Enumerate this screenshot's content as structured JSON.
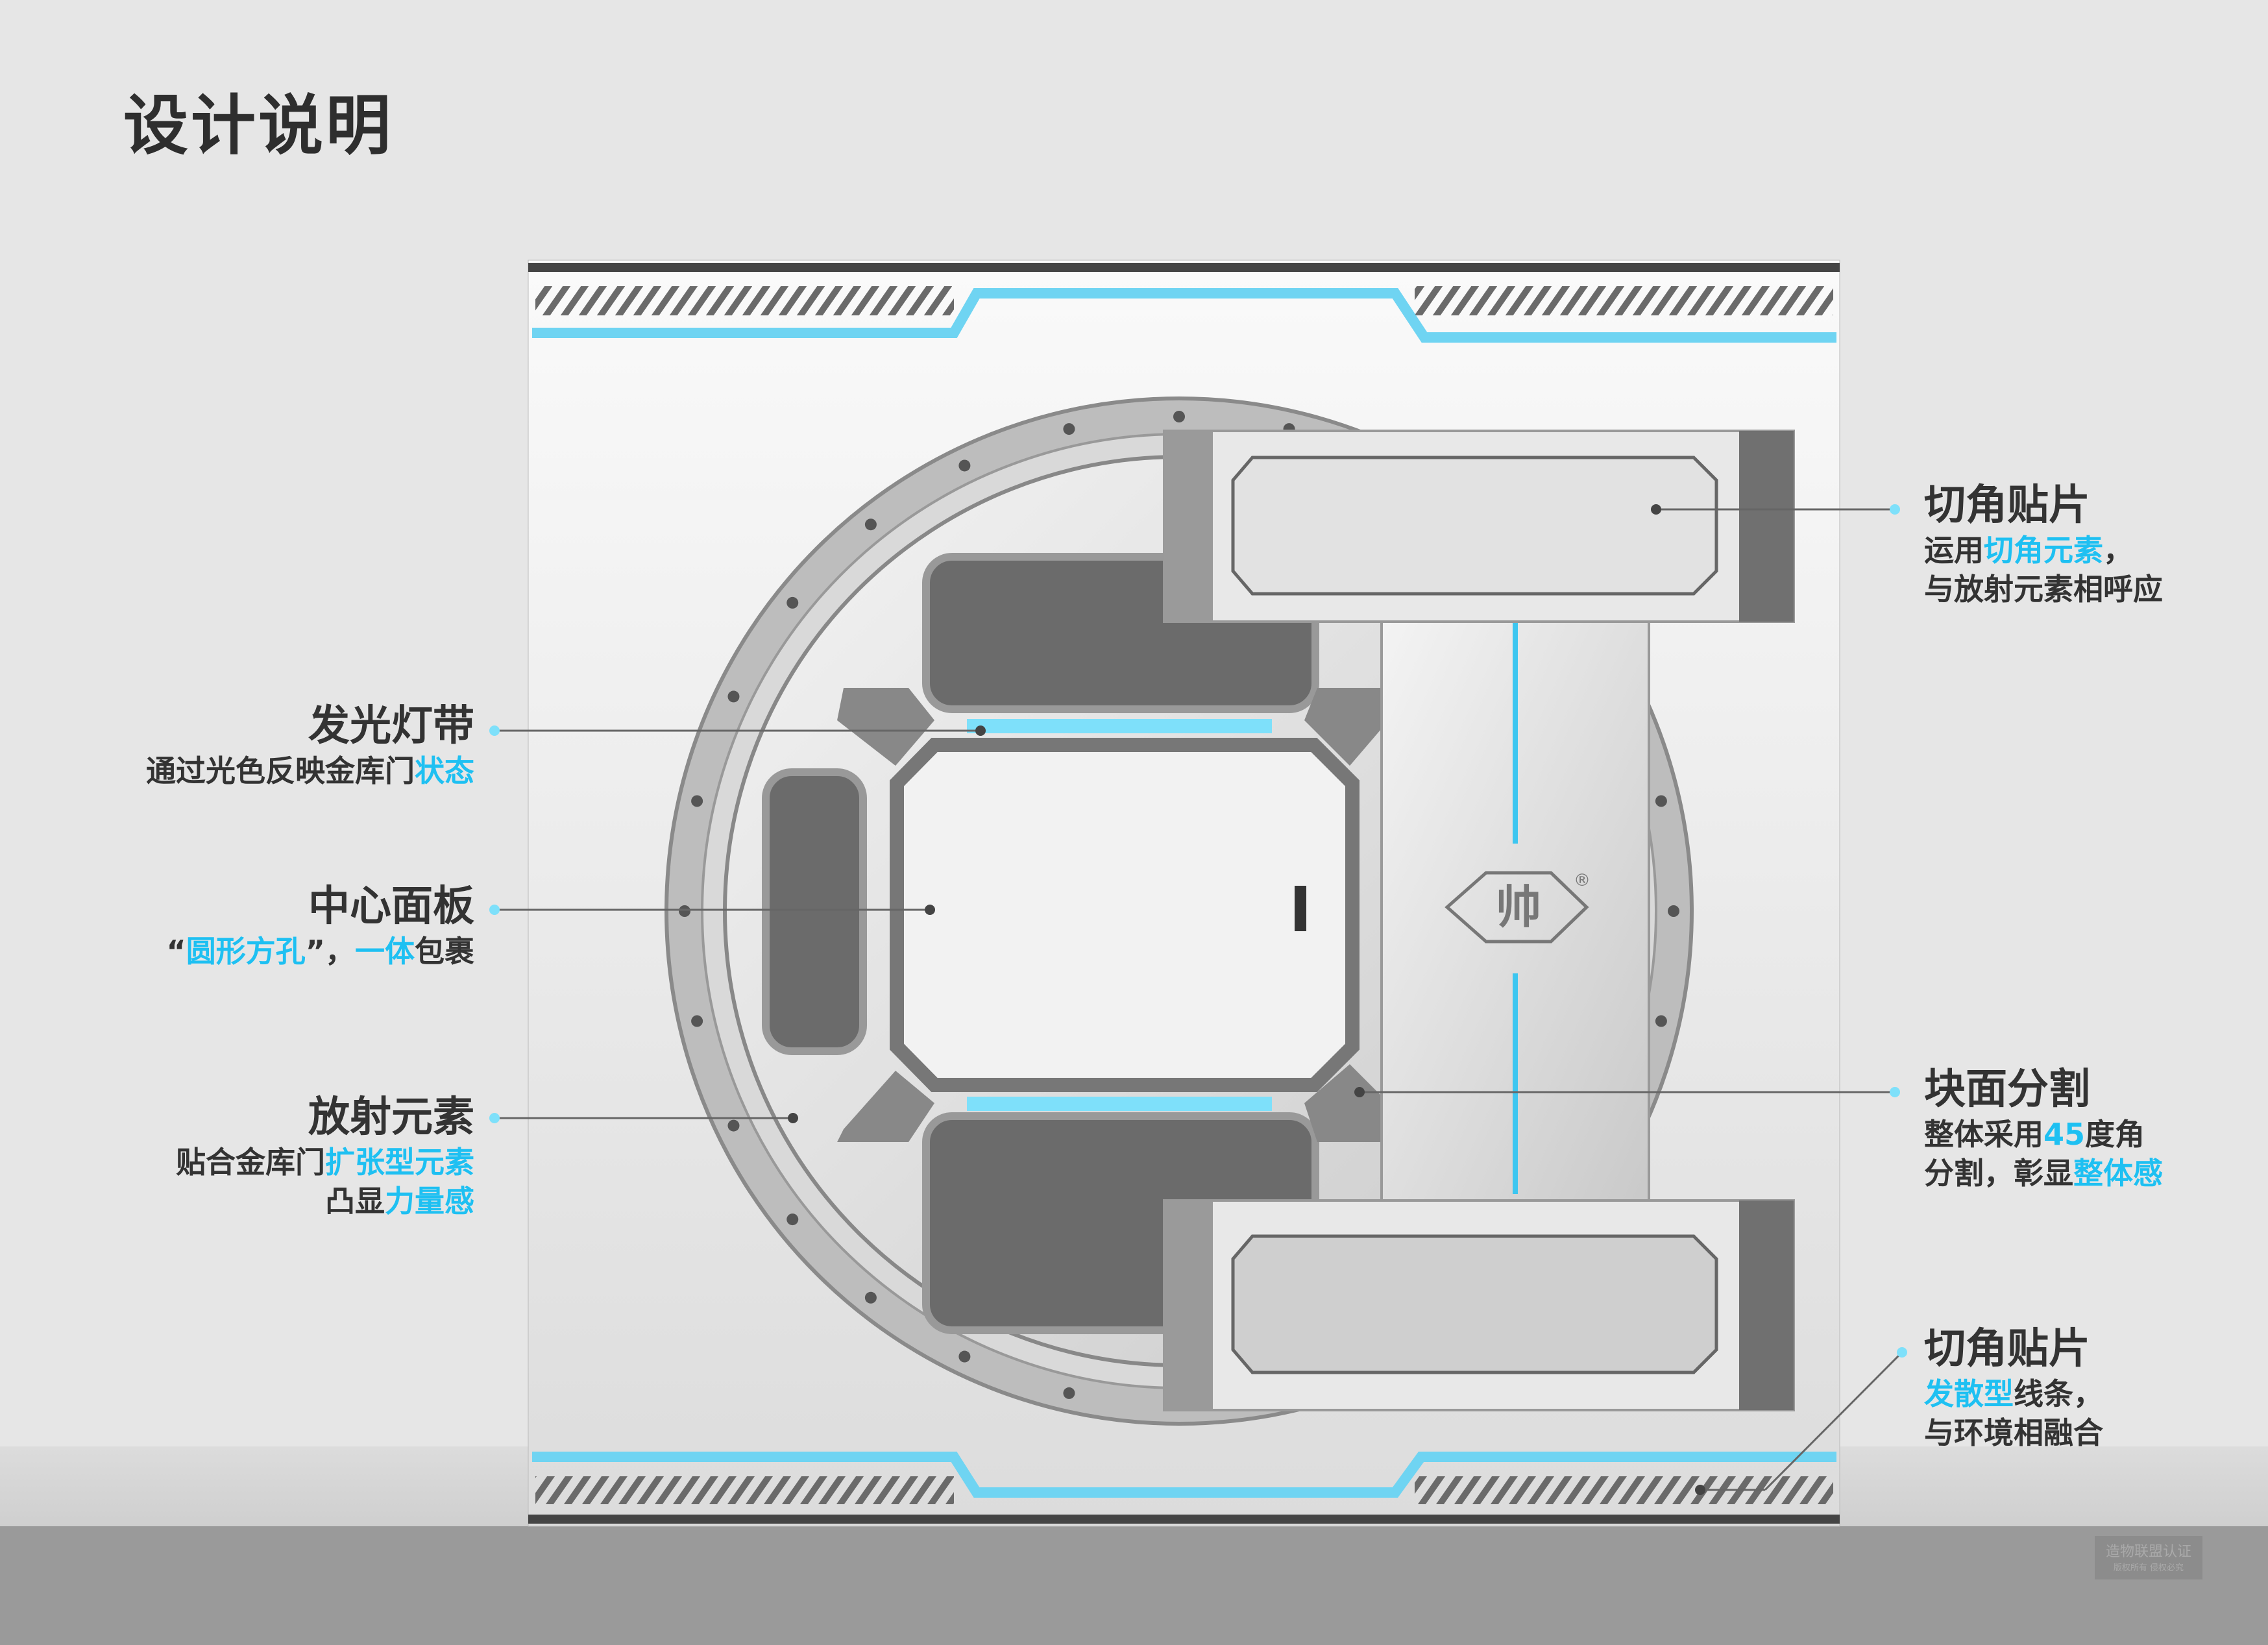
{
  "title": "设计说明",
  "left_labels": [
    {
      "heading": "发光灯带",
      "lines": [
        [
          {
            "t": "通过光色反映金库门",
            "c": 0
          },
          {
            "t": "状态",
            "c": 1
          }
        ]
      ]
    },
    {
      "heading": "中心面板",
      "lines": [
        [
          {
            "t": "“",
            "c": 0
          },
          {
            "t": "圆形方孔",
            "c": 1
          },
          {
            "t": "”，",
            "c": 0
          },
          {
            "t": "一体",
            "c": 1
          },
          {
            "t": "包裹",
            "c": 0
          }
        ]
      ]
    },
    {
      "heading": "放射元素",
      "lines": [
        [
          {
            "t": "贴合金库门",
            "c": 0
          },
          {
            "t": "扩张型元素",
            "c": 1
          }
        ],
        [
          {
            "t": "凸显",
            "c": 0
          },
          {
            "t": "力量感",
            "c": 1
          }
        ]
      ]
    }
  ],
  "right_labels": [
    {
      "heading": "切角贴片",
      "lines": [
        [
          {
            "t": "运用",
            "c": 0
          },
          {
            "t": "切角元素",
            "c": 1
          },
          {
            "t": "，",
            "c": 0
          }
        ],
        [
          {
            "t": "与放射元素相呼应",
            "c": 0
          }
        ]
      ]
    },
    {
      "heading": "块面分割",
      "lines": [
        [
          {
            "t": "整体采用",
            "c": 0
          },
          {
            "t": "45",
            "c": 1
          },
          {
            "t": "度角",
            "c": 0
          }
        ],
        [
          {
            "t": "分割，彰显",
            "c": 0
          },
          {
            "t": "整体感",
            "c": 1
          }
        ]
      ]
    },
    {
      "heading": "切角贴片",
      "lines": [
        [
          {
            "t": "发散型",
            "c": 1
          },
          {
            "t": "线条，",
            "c": 0
          }
        ],
        [
          {
            "t": "与环境相融合",
            "c": 0
          }
        ]
      ]
    }
  ],
  "logo": {
    "glyph": "帅",
    "mark": "®"
  },
  "watermark": {
    "line1": "造物联盟认证",
    "line2": "版权所有  侵权必究"
  },
  "colors": {
    "accent": "#1ec0f2",
    "text": "#333333"
  }
}
